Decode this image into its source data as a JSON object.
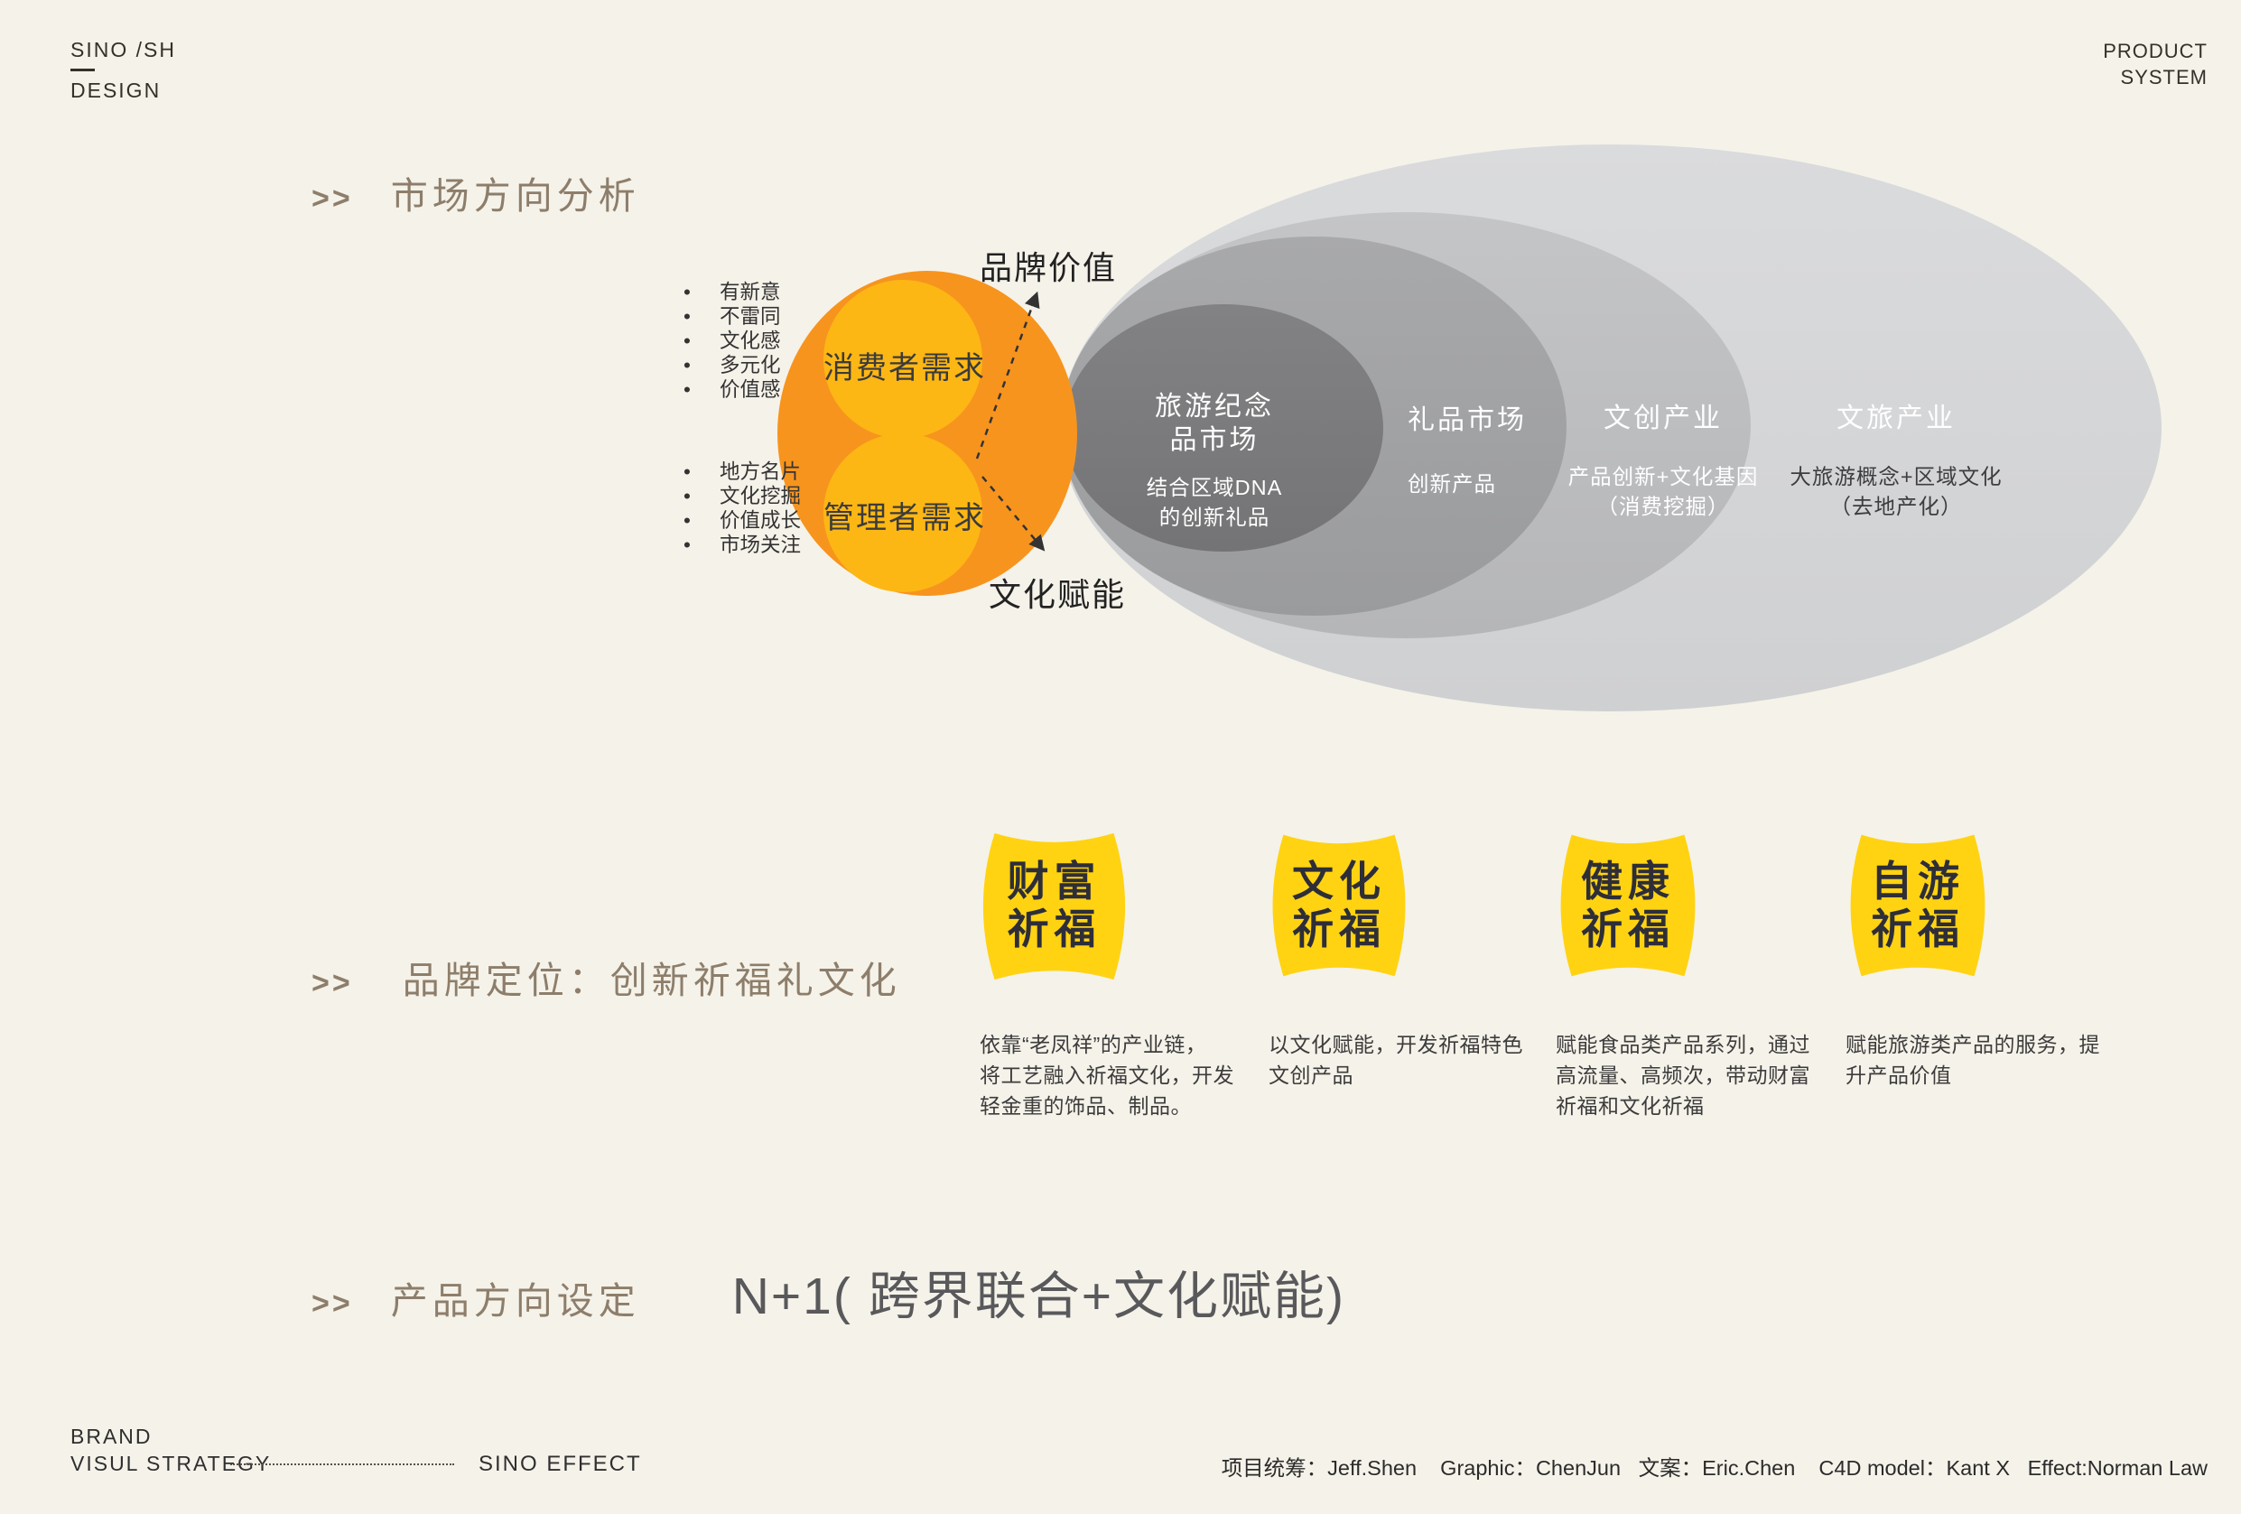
{
  "colors": {
    "background": "#f5f2e9",
    "section_title": "#8d7e6b",
    "orange_outer": "#f7941e",
    "yellow_inner": "#fdb714",
    "badge_yellow": "#ffd312",
    "ring_dark": "#7b7b7d",
    "ring_mid": "#a0a1a3",
    "ring_light": "#bcbdbf",
    "ring_lightest": "#d3d4d6"
  },
  "header": {
    "logo_line1": "SINO /SH",
    "logo_line2": "DESIGN",
    "right_line1": "PRODUCT",
    "right_line2": "SYSTEM"
  },
  "sections": {
    "market": {
      "marker": ">>",
      "title": "市场方向分析"
    },
    "brand": {
      "marker": ">>",
      "title": "品牌定位：创新祈福礼文化"
    },
    "product": {
      "marker": ">>",
      "title": "产品方向设定",
      "formula": "N+1( 跨界联合+文化赋能)"
    }
  },
  "diagram": {
    "consumer_points": [
      "有新意",
      "不雷同",
      "文化感",
      "多元化",
      "价值感"
    ],
    "manager_points": [
      "地方名片",
      "文化挖掘",
      "价值成长",
      "市场关注"
    ],
    "consumer_label": "消费者需求",
    "manager_label": "管理者需求",
    "arrow_top_label": "品牌价值",
    "arrow_bottom_label": "文化赋能",
    "rings": [
      {
        "title": "旅游纪念\n品市场",
        "subtitle": "结合区域DNA\n的创新礼品"
      },
      {
        "title": "礼品市场",
        "subtitle": "创新产品"
      },
      {
        "title": "文创产业",
        "subtitle": "产品创新+文化基因\n（消费挖掘）"
      },
      {
        "title": "文旅产业",
        "subtitle": "大旅游概念+区域文化\n（去地产化）"
      }
    ]
  },
  "badges": [
    {
      "label": "财富\n祈福",
      "desc": "依靠“老凤祥”的产业链，\n将工艺融入祈福文化，开发\n轻金重的饰品、制品。"
    },
    {
      "label": "文化\n祈福",
      "desc": "以文化赋能，开发祈福特色\n文创产品"
    },
    {
      "label": "健康\n祈福",
      "desc": "赋能食品类产品系列，通过\n高流量、高频次，带动财富\n祈福和文化祈福"
    },
    {
      "label": "自游\n祈福",
      "desc": "赋能旅游类产品的服务，提\n升产品价值"
    }
  ],
  "footer": {
    "left_line1": "BRAND",
    "left_line2": "VISUL STRATEGY",
    "middle": "SINO EFFECT",
    "credits": "项目统筹：Jeff.Shen    Graphic：ChenJun   文案：Eric.Chen    C4D model：Kant X   Effect:Norman Law"
  }
}
